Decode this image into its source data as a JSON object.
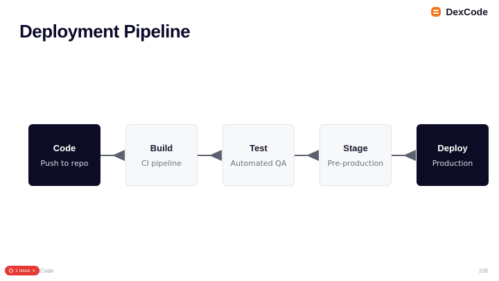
{
  "slide": {
    "title": "Deployment Pipeline"
  },
  "brand": {
    "name": "DexCode",
    "logo_icon": "dexcode-logo",
    "logo_color": "#f97316"
  },
  "pipeline": {
    "stages": [
      {
        "name": "Code",
        "desc": "Push to repo",
        "style": "dark"
      },
      {
        "name": "Build",
        "desc": "CI pipeline",
        "style": "light"
      },
      {
        "name": "Test",
        "desc": "Automated QA",
        "style": "light"
      },
      {
        "name": "Stage",
        "desc": "Pre-production",
        "style": "light"
      },
      {
        "name": "Deploy",
        "desc": "Production",
        "style": "dark"
      }
    ],
    "connector_color": "#5b616e"
  },
  "footer": {
    "brand": "DexCode",
    "page_number": "108",
    "issue_badge": {
      "label": "1 Issue",
      "close": "×",
      "color": "#e53935"
    }
  }
}
